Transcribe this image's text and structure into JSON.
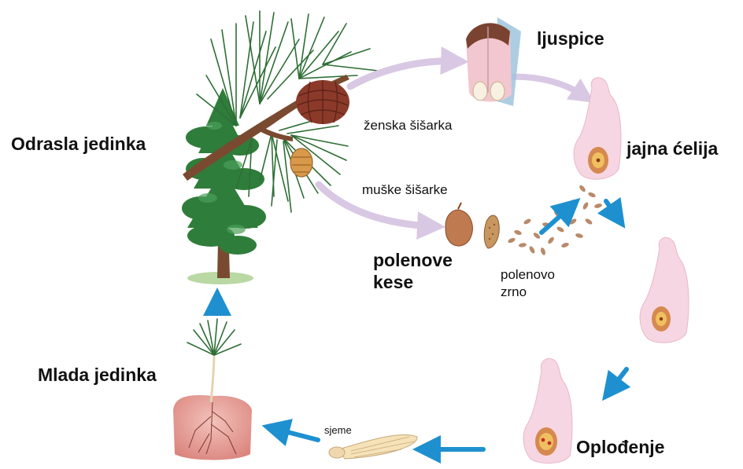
{
  "labels": {
    "odrasla_jedinka": "Odrasla jedinka",
    "ljuspice": "ljuspice",
    "zenska_sisarka": "ženska šišarka",
    "jajna_celija": "jajna ćelija",
    "muske_sisarke": "muške šišarke",
    "polenove_kese_line1": "polenove",
    "polenove_kese_line2": "kese",
    "polenovo_zrno_line1": "polenovo",
    "polenovo_zrno_line2": "zrno",
    "mlada_jedinka": "Mlada jedinka",
    "sjeme": "sjeme",
    "oplodjenje": "Oplođenje"
  },
  "colors": {
    "flow_arrow": "#1e90d0",
    "transfer_arrow": "#d9c8e4",
    "foliage": "#2f7d3a",
    "bark": "#7a4a30",
    "cone": "#8b3a2a",
    "ovule_tissue": "#f6d6e2",
    "soil": "#e8a6a0"
  }
}
